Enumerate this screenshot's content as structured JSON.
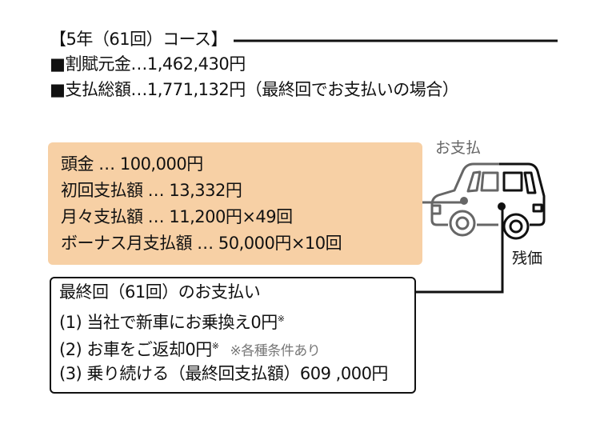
{
  "header": {
    "course": "【5年（61回）コース】",
    "principal": "■割賦元金…1,462,430円",
    "total": "■支払総額…1,771,132円（最終回でお支払いの場合）"
  },
  "payments": {
    "down": "頭金 … 100,000円",
    "first": "初回支払額 … 13,332円",
    "monthly": "月々支払額 … 11,200円×49回",
    "bonus": "ボーナス月支払額 … 50,000円×10回"
  },
  "car_labels": {
    "payment": "お支払",
    "residual": "残価"
  },
  "final": {
    "title": "最終回（61回）のお支払い",
    "option1": "(1) 当社で新車にお乗換え0円",
    "option2": "(2) お車をご返却0円",
    "asterisk": "※",
    "note": "※各種条件あり",
    "option3": "(3) 乗り続ける（最終回支払額）609 ,000円"
  },
  "colors": {
    "box": "#f7d0a5",
    "gray": "#666666",
    "black": "#111111"
  }
}
